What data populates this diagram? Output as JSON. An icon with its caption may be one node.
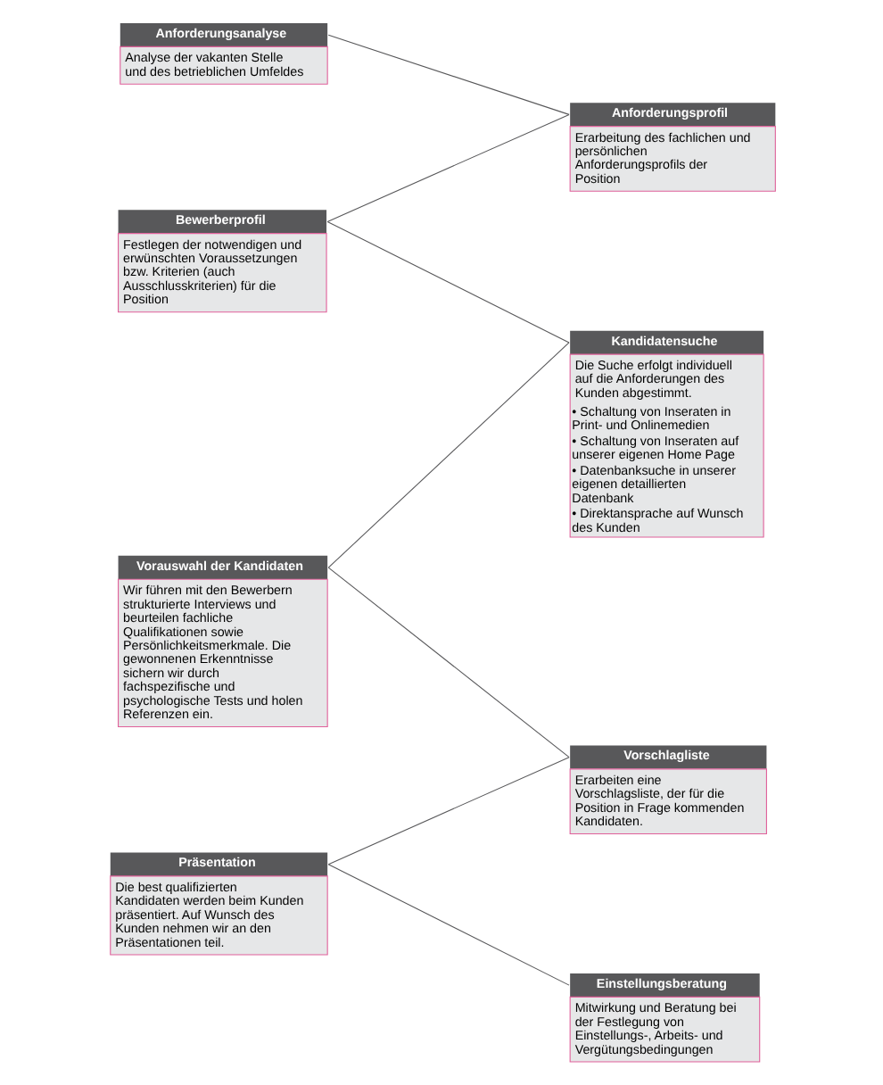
{
  "diagram": {
    "nodes": [
      {
        "text": [
          "Anforderungsanalyse",
          "Analyse der vakanten Stelle und des betrieblichen Umfeldes"
        ]
      },
      {
        "text": [
          "Anforderungsprofil",
          "Erarbeitung des fachlichen und persönlichen Anforderungsprofils der Position"
        ]
      },
      {
        "text": [
          "Bewerberprofil",
          "Festlegen der notwendigen und erwünschten Voraussetzungen bzw. Kriterien (auch Ausschlusskriterien) für die Position"
        ]
      },
      {
        "text": [
          "Kandidatensuche",
          "Die Suche erfolgt individuell auf die Anforderungen des Kunden abgestimmt.",
          "• Schaltung von Inseraten in Print- und Onlinemedien",
          "• Schaltung von Inseraten auf unserer eigenen Home Page",
          "• Datenbanksuche in unserer eigenen detaillierten Datenbank",
          "• Direktansprache auf Wunsch des Kunden"
        ]
      },
      {
        "text": [
          "Vorauswahl der Kandidaten",
          "Wir führen mit den Bewerbern strukturierte Interviews und beurteilen fachliche Qualifikationen sowie Persönlichkeitsmerkmale. Die gewonnenen Erkenntnisse sichern wir durch fachspezifische und psychologische Tests und holen Referenzen ein."
        ]
      },
      {
        "text": [
          "Vorschlagliste",
          "Erarbeiten eine Vorschlagsliste, der für die Position in Frage kommenden Kandidaten."
        ]
      },
      {
        "text": [
          "Präsentation",
          "Die best qualifizierten Kandidaten werden beim Kunden präsentiert. Auf Wunsch des Kunden nehmen wir an den Präsentationen teil."
        ]
      },
      {
        "text": [
          "Einstellungsberatung",
          "Mitwirkung und Beratung bei der Festlegung von Einstellungs-, Arbeits- und Vergütungsbedingungen"
        ]
      }
    ],
    "edges": [
      {
        "from": 0,
        "to": 1,
        "arrow": "none"
      },
      {
        "from": 1,
        "to": 2,
        "arrow": "none"
      },
      {
        "from": 2,
        "to": 3,
        "arrow": "none"
      },
      {
        "from": 3,
        "to": 4,
        "arrow": "none"
      },
      {
        "from": 4,
        "to": 5,
        "arrow": "none"
      },
      {
        "from": 5,
        "to": 6,
        "arrow": "none"
      },
      {
        "from": 6,
        "to": 7,
        "arrow": "none"
      }
    ]
  }
}
